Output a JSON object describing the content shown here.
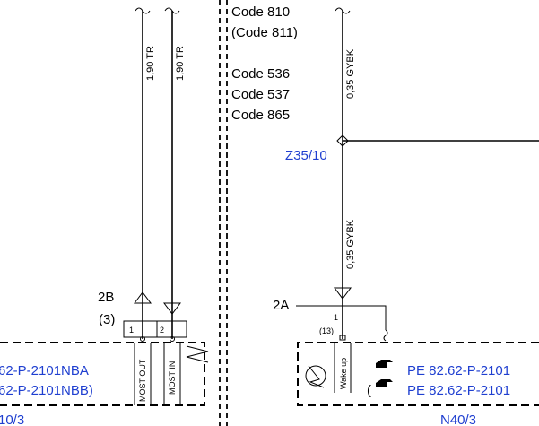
{
  "codes_top": [
    "Code 810",
    "(Code 811)"
  ],
  "codes_mid": [
    "Code 536",
    "Code 537",
    "Code 865"
  ],
  "wires": {
    "left_a": "1,90 TR",
    "left_b": "1,90 TR",
    "right_top": "0,35 GYBK",
    "right_bottom": "0,35 GYBK"
  },
  "splice": "Z35/10",
  "connector_left": {
    "name": "2B",
    "sub": "(3)",
    "pin1": "1",
    "pin2": "2"
  },
  "connector_right": {
    "name": "2A",
    "pin": "1",
    "pin_sub": "(13)"
  },
  "pins": {
    "most_out": "MOST OUT",
    "most_in": "MOST IN",
    "wake_up": "Wake up"
  },
  "refs_left": [
    "62-P-2101NBA",
    "62-P-2101NBB)"
  ],
  "refs_right": [
    "PE 82.62-P-2101",
    "PE 82.62-P-2101"
  ],
  "ref_open_paren": "(",
  "component_left": "10/3",
  "component_right": "N40/3",
  "colors": {
    "link": "#1f3fd0",
    "line": "#000000"
  },
  "icons": [
    "reference-hand-icon",
    "wake-sensor-icon"
  ]
}
